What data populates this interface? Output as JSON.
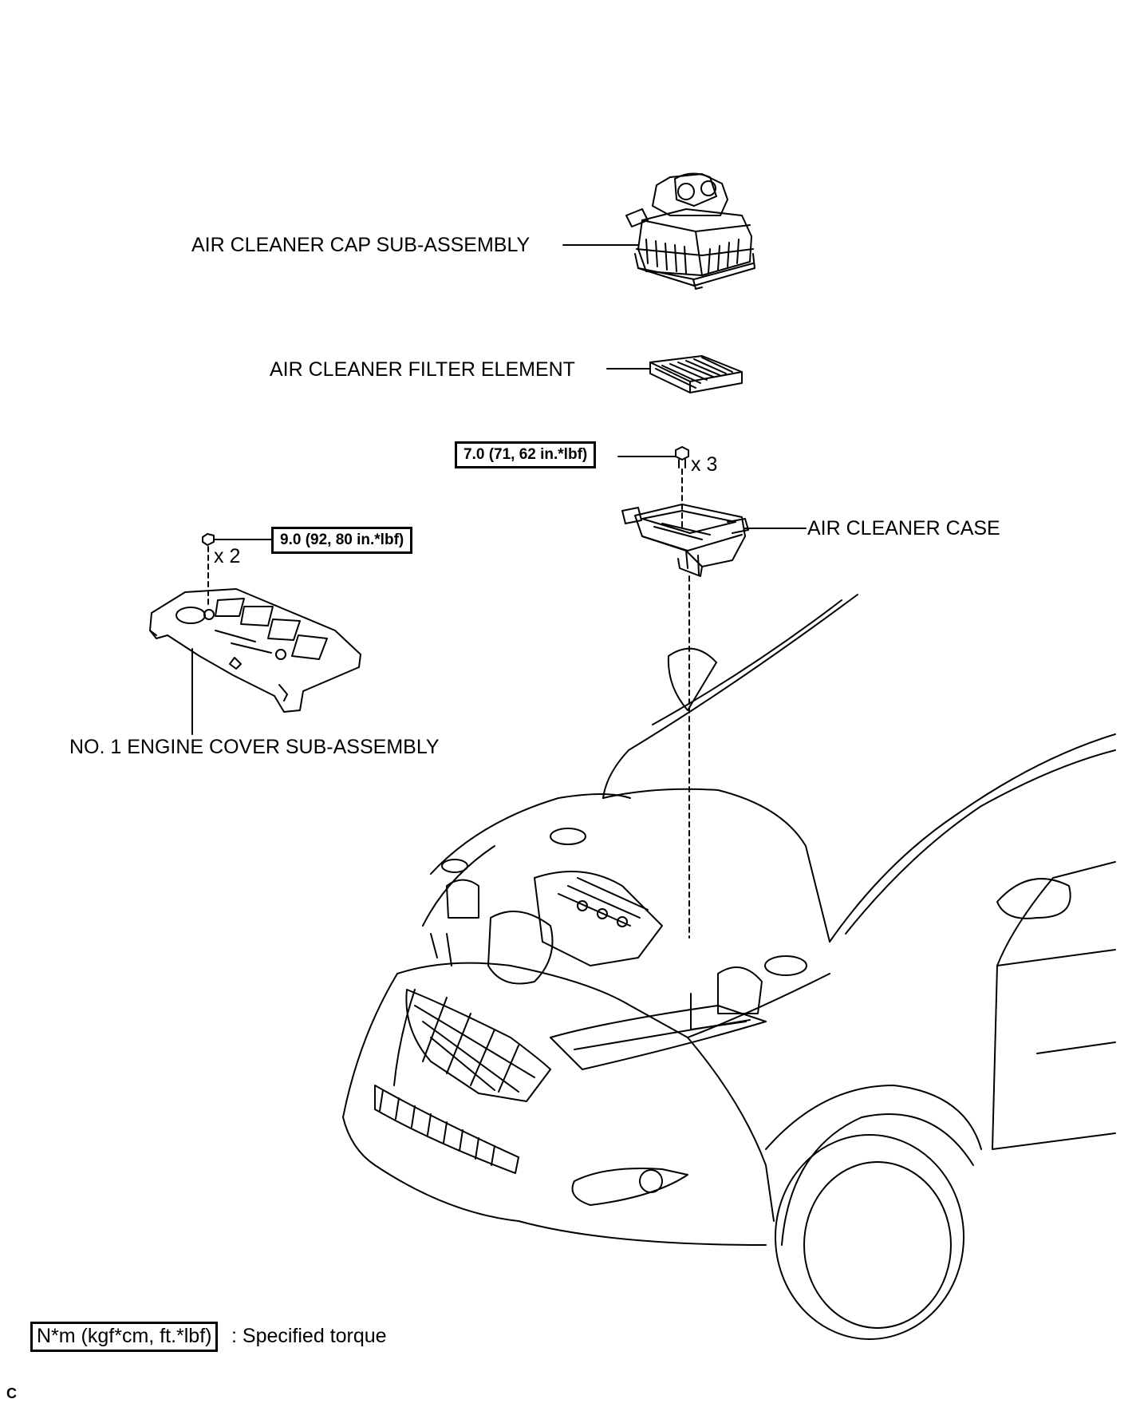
{
  "labels": {
    "cap": "AIR CLEANER CAP SUB-ASSEMBLY",
    "filter": "AIR CLEANER FILTER ELEMENT",
    "case": "AIR CLEANER CASE",
    "engine_cover": "NO. 1 ENGINE COVER SUB-ASSEMBLY"
  },
  "torques": {
    "case_bolt": "7.0 (71, 62 in.*lbf)",
    "cover_nut": "9.0 (92, 80 in.*lbf)"
  },
  "quantities": {
    "case_bolt": "x 3",
    "cover_nut": "x 2"
  },
  "legend": {
    "unit_box": "N*m (kgf*cm, ft.*lbf)",
    "text": ": Specified torque"
  },
  "figure_code": "C"
}
